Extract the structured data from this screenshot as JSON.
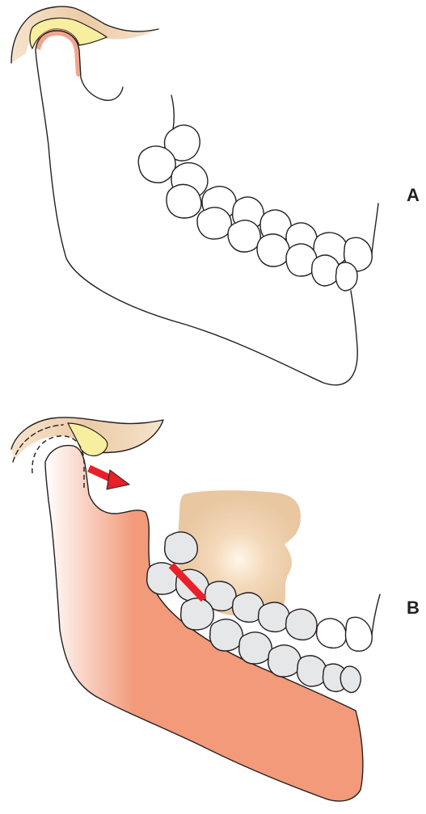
{
  "panels": [
    {
      "id": "a",
      "label": "A"
    },
    {
      "id": "b",
      "label": "B"
    }
  ],
  "colors": {
    "outline": "#231f20",
    "skull_base": "#e8c9a8",
    "disc": "#f7eea0",
    "condyle_cartilage": "#f2a58e",
    "mandible_shaded": "#f29a7a",
    "tooth_grey": "#e6e7e8",
    "maxilla_soft_tissue": "#ecc9a4",
    "arrow": "#e8202a"
  }
}
